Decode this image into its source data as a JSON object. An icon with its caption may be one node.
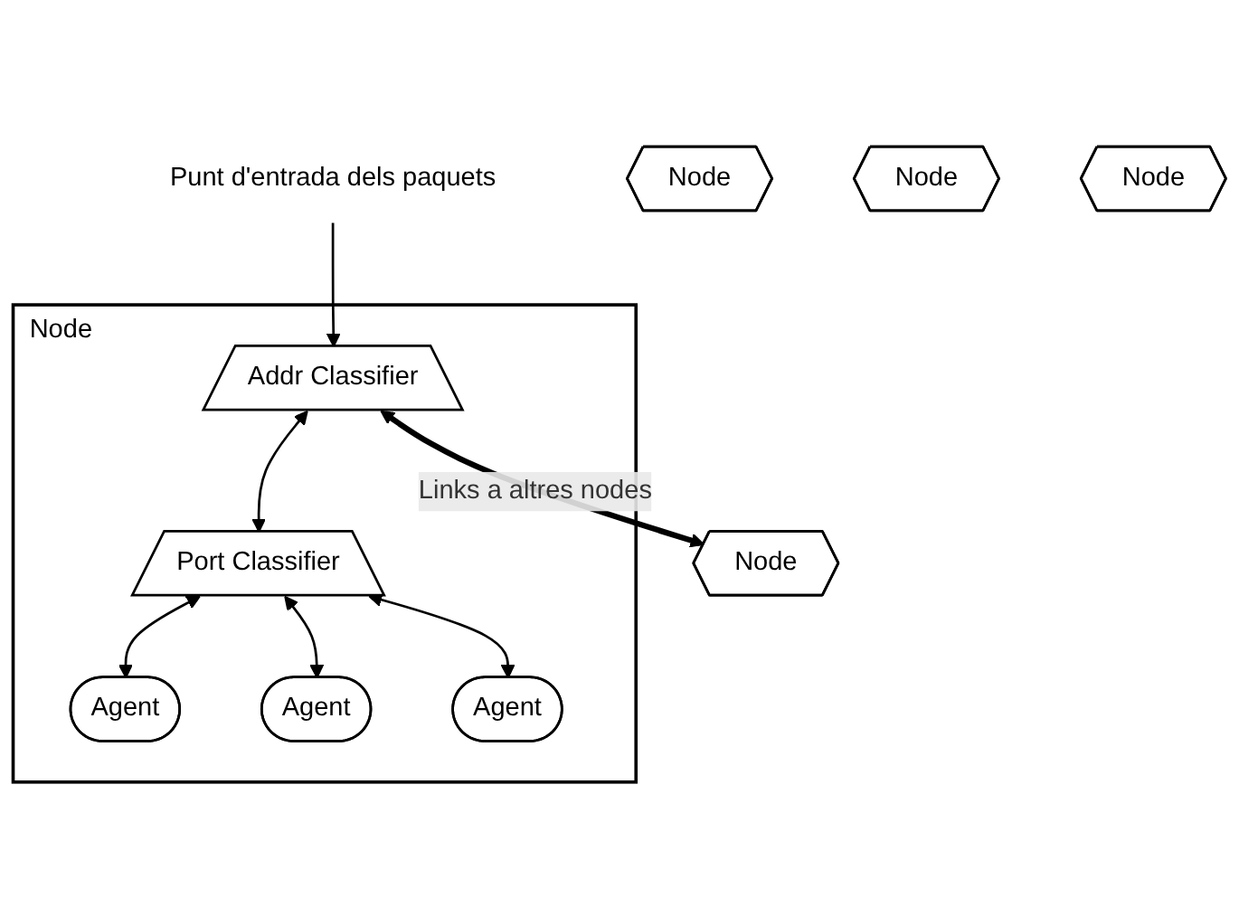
{
  "diagram": {
    "nodes": [
      {
        "text": [
          "Punt d'entrada dels paquets"
        ]
      },
      {
        "text": [
          "Node"
        ]
      },
      {
        "text": [
          "Addr Classifier"
        ],
        "in": 1
      },
      {
        "text": [
          "Port Classifier"
        ],
        "in": 1
      },
      {
        "text": [
          "Agent"
        ],
        "in": 1
      },
      {
        "text": [
          "Agent"
        ],
        "in": 1
      },
      {
        "text": [
          "Agent"
        ],
        "in": 1
      },
      {
        "text": [
          "Node"
        ]
      },
      {
        "text": [
          "Node"
        ]
      },
      {
        "text": [
          "Node"
        ]
      },
      {
        "text": [
          "Node"
        ]
      }
    ],
    "edges": [
      {
        "from": 0,
        "to": 2,
        "arrow": "to"
      },
      {
        "from": 2,
        "to": 3,
        "arrow": "both"
      },
      {
        "from": 3,
        "to": 4,
        "arrow": "both"
      },
      {
        "from": 3,
        "to": 5,
        "arrow": "both"
      },
      {
        "from": 3,
        "to": 6,
        "arrow": "both"
      },
      {
        "from": 2,
        "to": 8,
        "arrow": "both",
        "style": "thick",
        "label": "Links a altres nodes"
      }
    ]
  }
}
